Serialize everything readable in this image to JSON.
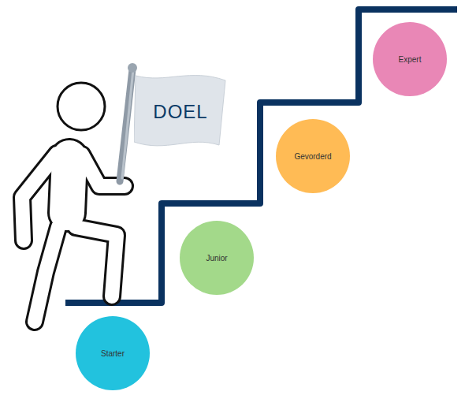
{
  "diagram": {
    "nodes": [
      {
        "text": [
          "DOEL"
        ]
      },
      {
        "text": [
          "Starter"
        ]
      },
      {
        "text": [
          "Junior"
        ]
      },
      {
        "text": [
          "Gevorderd"
        ]
      },
      {
        "text": [
          "Expert"
        ]
      }
    ]
  }
}
